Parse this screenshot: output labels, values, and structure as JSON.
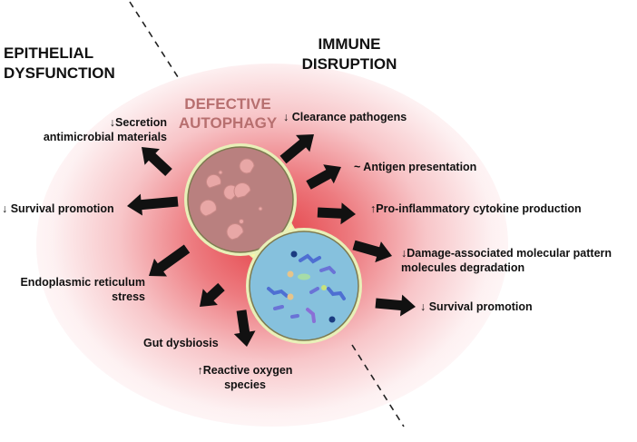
{
  "headers": {
    "left": "EPITHELIAL\nDYSFUNCTION",
    "right": "IMMUNE\nDISRUPTION",
    "center": "DEFECTIVE\nAUTOPHAGY"
  },
  "labels": {
    "secretion": "↓Secretion\nantimicrobial materials",
    "survival_left": "↓ Survival promotion",
    "er_stress": "Endoplasmic reticulum\nstress",
    "gut_dysbiosis": "Gut dysbiosis",
    "ros": "↑Reactive oxygen\nspecies",
    "clearance": "↓ Clearance pathogens",
    "antigen": "~ Antigen presentation",
    "cytokine": "↑Pro-inflammatory cytokine production",
    "damp": "↓Damage-associated molecular pattern\nmolecules degradation",
    "survival_right": "↓ Survival promotion"
  },
  "colors": {
    "glow": "#e2343a",
    "epithelial_cell": "#b9807f",
    "immune_cell": "#86c1dd",
    "cell_border": "#e8eeb0",
    "junction": "#fdf6a8",
    "arrow": "#111111",
    "autophagy_text": "#b76f6f"
  }
}
